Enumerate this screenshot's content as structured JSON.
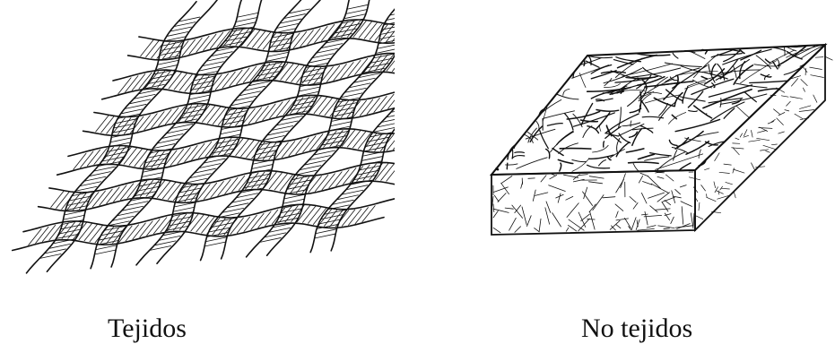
{
  "figure": {
    "panels": [
      {
        "id": "woven",
        "caption": "Tejidos"
      },
      {
        "id": "nonwoven",
        "caption": "No tejidos"
      }
    ]
  },
  "colors": {
    "ink": "#111111",
    "background": "#ffffff"
  }
}
